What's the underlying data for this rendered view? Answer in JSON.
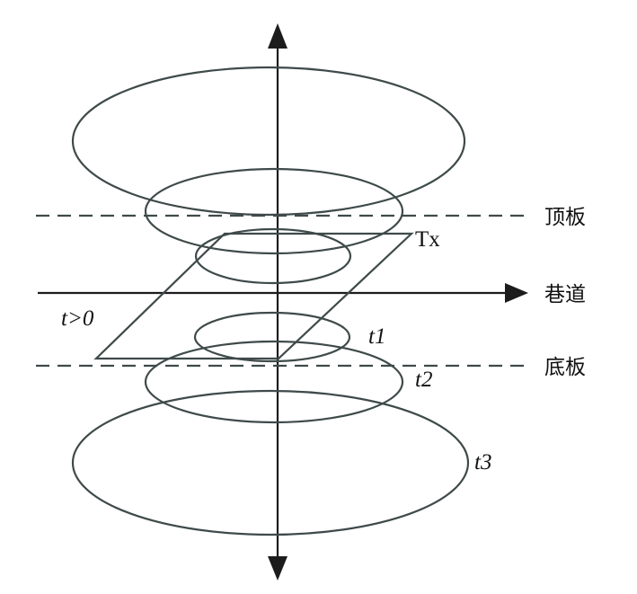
{
  "labels": {
    "roof": "顶板",
    "tunnel": "巷道",
    "floor": "底板",
    "tx": "Tx",
    "t1": "t1",
    "t2": "t2",
    "t3": "t3",
    "t_gt_zero": "t>0"
  },
  "colors": {
    "line": "#3f4a4a",
    "axis": "#1c1c1c",
    "text": "#111111",
    "background": "#ffffff"
  }
}
